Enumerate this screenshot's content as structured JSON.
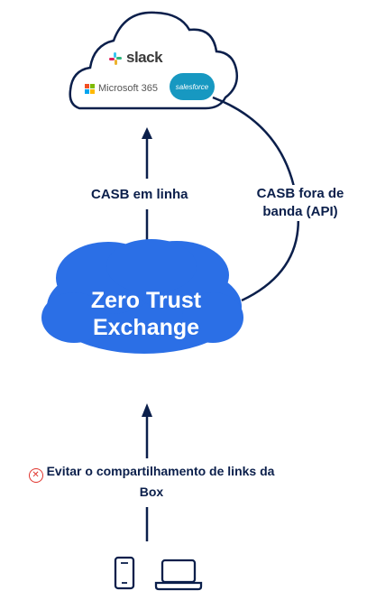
{
  "apps": {
    "slack": "slack",
    "microsoft": "Microsoft 365",
    "salesforce": "salesforce"
  },
  "paths": {
    "inline_label": "CASB em linha",
    "oob_label": "CASB fora de banda (API)"
  },
  "zero_trust": {
    "title": "Zero Trust Exchange"
  },
  "policy": {
    "text": "Evitar o compartilhamento de links da Box"
  },
  "devices": {
    "items": [
      "smartphone-icon",
      "laptop-icon"
    ]
  },
  "colors": {
    "navy": "#0b1f4b",
    "zt_blue": "#2b6fe6",
    "error_red": "#e0342d",
    "salesforce_blue": "#1798c1"
  }
}
